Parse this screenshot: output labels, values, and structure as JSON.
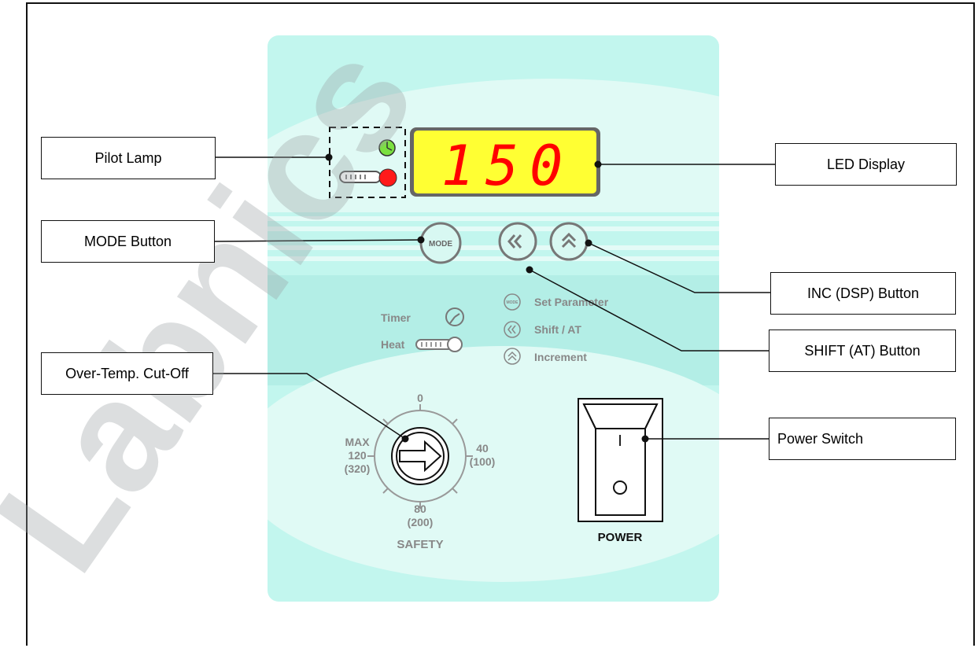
{
  "callouts": {
    "pilot_lamp": "Pilot Lamp",
    "mode_button": "MODE Button",
    "over_temp": "Over-Temp. Cut-Off",
    "led_display": "LED Display",
    "inc_button": "INC (DSP) Button",
    "shift_button": "SHIFT (AT) Button",
    "power_switch": "Power Switch"
  },
  "display": {
    "value": "150",
    "background": "#ffff33",
    "digit_color": "#ff0000"
  },
  "buttons": {
    "mode_label": "MODE"
  },
  "legend": {
    "timer": "Timer",
    "heat": "Heat",
    "set_parameter": "Set Parameter",
    "shift_at": "Shift / AT",
    "increment": "Increment",
    "mini_mode": "MODE"
  },
  "dial": {
    "zero": "0",
    "forty": "40",
    "forty_f": "(100)",
    "eighty": "80",
    "eighty_f": "(200)",
    "max": "MAX",
    "max_c": "120",
    "max_f": "(320)",
    "label": "SAFETY"
  },
  "power": {
    "on_mark": "I",
    "off_mark": "O",
    "label": "POWER"
  },
  "watermark": "Labnics",
  "colors": {
    "panel": "#c2f6ee",
    "panel_light": "#e4fbf7",
    "lamp_green": "#7be040",
    "lamp_red": "#ff1a1a",
    "watermark": "#9aa0a4"
  }
}
